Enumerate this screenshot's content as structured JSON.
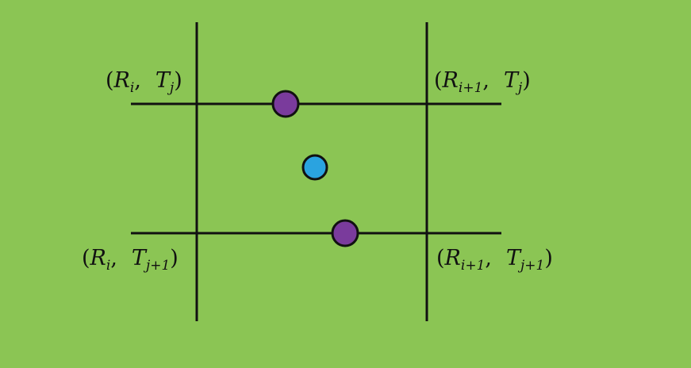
{
  "diagram": {
    "background_color": "#8bc554",
    "line_color": "#111111",
    "corners": {
      "top_left": {
        "paren_open": "(",
        "r": "R",
        "r_sub": "i",
        "comma": ",",
        "t": "T",
        "t_sub": "j",
        "paren_close": ")"
      },
      "top_right": {
        "paren_open": "(",
        "r": "R",
        "r_sub": "i+1",
        "comma": ",",
        "t": "T",
        "t_sub": "j",
        "paren_close": ")"
      },
      "bottom_left": {
        "paren_open": "(",
        "r": "R",
        "r_sub": "i",
        "comma": ",",
        "t": "T",
        "t_sub": "j+1",
        "paren_close": ")"
      },
      "bottom_right": {
        "paren_open": "(",
        "r": "R",
        "r_sub": "i+1",
        "comma": ",",
        "t": "T",
        "t_sub": "j+1",
        "paren_close": ")"
      }
    },
    "points": {
      "top_point_color": "#7a3b9c",
      "center_point_color": "#2aa3e0",
      "bottom_point_color": "#7a3b9c"
    }
  }
}
